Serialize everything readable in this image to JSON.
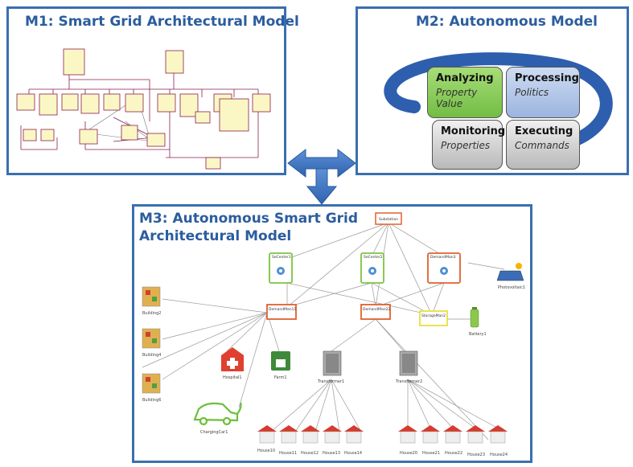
{
  "m1": {
    "title": "M1: Smart Grid Architectural Model"
  },
  "m2": {
    "title": "M2: Autonomous Model",
    "boxes": [
      {
        "title": "Analyzing",
        "subtitle": "Property Value"
      },
      {
        "title": "Processing",
        "subtitle": "Politics"
      },
      {
        "title": "Monitoring",
        "subtitle": "Properties"
      },
      {
        "title": "Executing",
        "subtitle": "Commands"
      }
    ]
  },
  "m3": {
    "title_line1": "M3: Autonomous Smart Grid",
    "title_line2": "Architectural Model",
    "nodes": {
      "substation": "Substation",
      "secenter1": "SeCenter1",
      "secenter2": "SeCenter2",
      "demandman3": "DemandMan3",
      "demandman11": "DemandMan11",
      "demandman22": "DemandMan22",
      "storageman2": "StorageMan2"
    },
    "labels": {
      "photovoltaic": "Photovoltaic1",
      "battery": "Battery1",
      "building2": "Building2",
      "building4": "Building4",
      "building6": "Building6",
      "hospital": "Hospital1",
      "farm": "Farm1",
      "transformer1": "Transformer1",
      "transformer2": "Transformer2",
      "charging": "ChargingCar1",
      "houses_left": [
        "House10",
        "House11",
        "House12",
        "House13",
        "House14"
      ],
      "houses_right": [
        "House20",
        "House21",
        "House22",
        "House23",
        "House24"
      ]
    }
  },
  "colors": {
    "frame": "#3a6fb0",
    "green": "#7cc440",
    "red": "#e0612f",
    "yellow": "#e8e040",
    "diagram_line": "#8a1f4e"
  }
}
